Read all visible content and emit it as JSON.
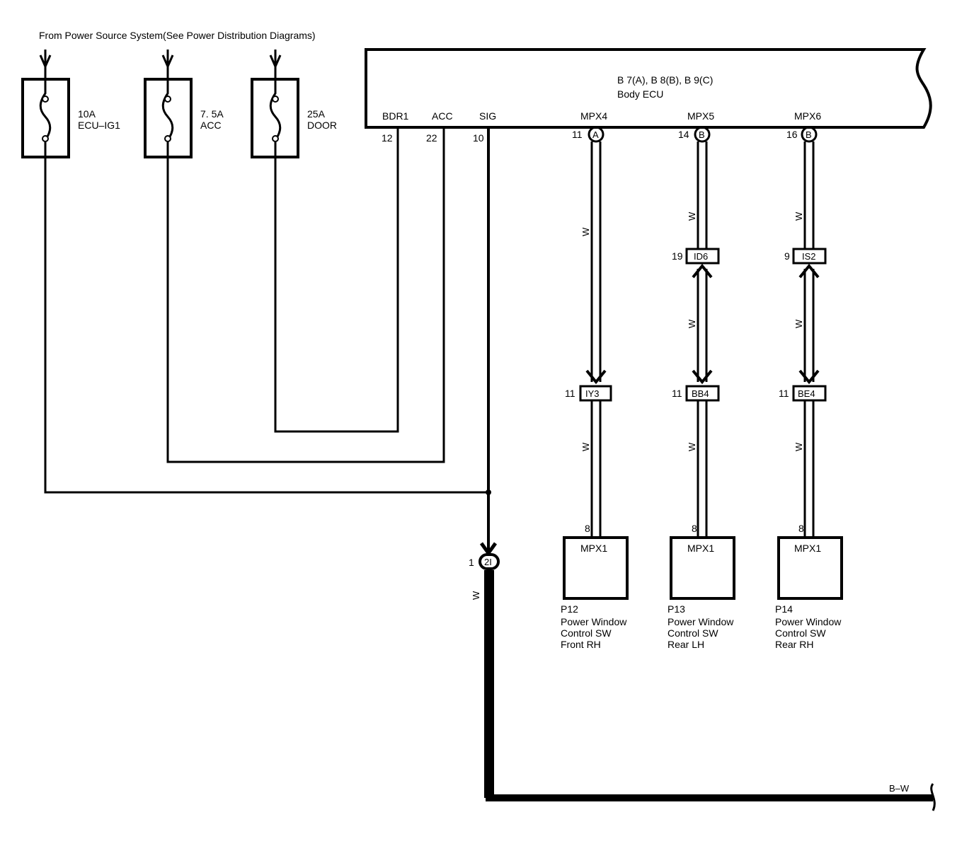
{
  "header": {
    "source_note": "From Power Source System(See Power Distribution Diagrams)"
  },
  "fuses": [
    {
      "amp": "10A",
      "name": "ECU–IG1"
    },
    {
      "amp": "7. 5A",
      "name": "ACC"
    },
    {
      "amp": "25A",
      "name": "DOOR"
    }
  ],
  "ecu": {
    "connectors": "B 7(A), B 8(B), B 9(C)",
    "name": "Body ECU",
    "terminals": [
      {
        "label": "BDR1",
        "pin": "12"
      },
      {
        "label": "ACC",
        "pin": "22"
      },
      {
        "label": "SIG",
        "pin": "10"
      },
      {
        "label": "MPX4",
        "pin": "11",
        "conn": "A"
      },
      {
        "label": "MPX5",
        "pin": "14",
        "conn": "B"
      },
      {
        "label": "MPX6",
        "pin": "16",
        "conn": "B"
      }
    ]
  },
  "wire_color": "W",
  "junctions": {
    "id6": {
      "pin": "19",
      "label": "ID6"
    },
    "is2": {
      "pin": "9",
      "label": "IS2"
    },
    "iy3": {
      "pin": "11",
      "label": "IY3"
    },
    "bb4": {
      "pin": "11",
      "label": "BB4"
    },
    "be4": {
      "pin": "11",
      "label": "BE4"
    },
    "i2": {
      "pin": "1",
      "label": "2I"
    }
  },
  "switches": [
    {
      "pin": "8",
      "terminal": "MPX1",
      "code": "P12",
      "line1": "Power Window",
      "line2": "Control SW",
      "line3": "Front RH"
    },
    {
      "pin": "8",
      "terminal": "MPX1",
      "code": "P13",
      "line1": "Power Window",
      "line2": "Control SW",
      "line3": "Rear LH"
    },
    {
      "pin": "8",
      "terminal": "MPX1",
      "code": "P14",
      "line1": "Power Window",
      "line2": "Control SW",
      "line3": "Rear RH"
    }
  ],
  "ground_wire_color": "B–W"
}
